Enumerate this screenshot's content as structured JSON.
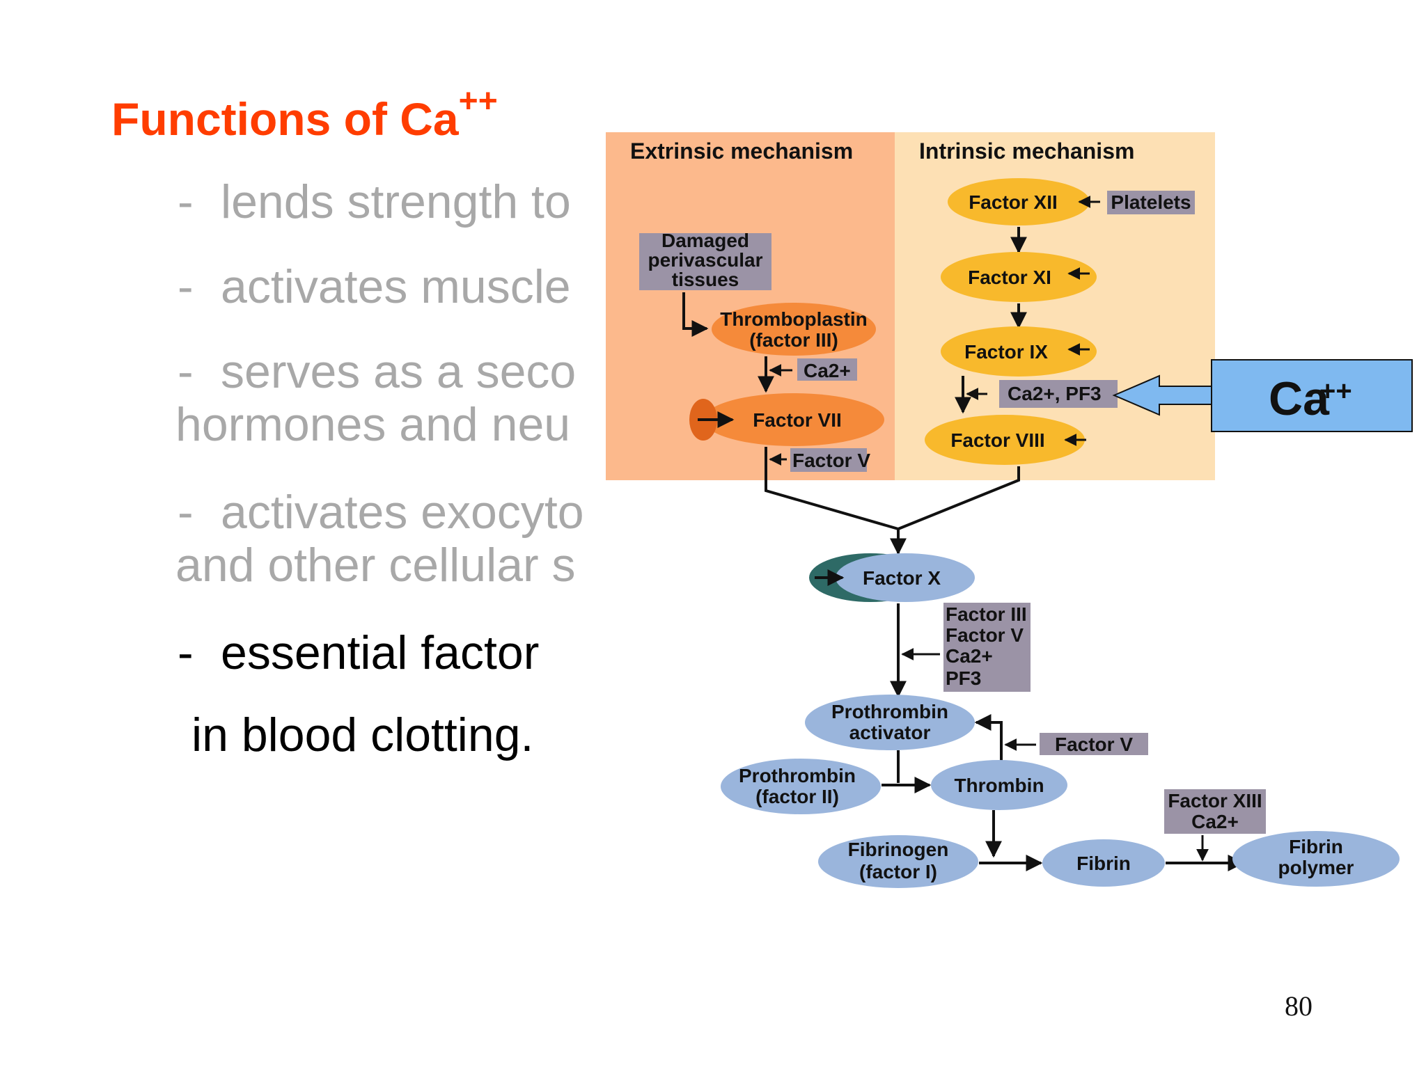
{
  "slide": {
    "title_base": "Functions of Ca",
    "title_sup": "++",
    "bullets": [
      {
        "dash": "-",
        "lines": [
          "lends strength to"
        ],
        "style": "faded"
      },
      {
        "dash": "-",
        "lines": [
          "activates muscle"
        ],
        "style": "faded"
      },
      {
        "dash": "-",
        "lines": [
          "serves as a seco",
          "hormones and neu"
        ],
        "style": "faded"
      },
      {
        "dash": "-",
        "lines": [
          "activates exocyto",
          "and other cellular s"
        ],
        "style": "faded"
      },
      {
        "dash": "-",
        "lines": [
          "essential factor",
          "in blood clotting."
        ],
        "style": "dark"
      }
    ],
    "page_number": "80"
  },
  "diagram": {
    "extrinsic_title": "Extrinsic mechanism",
    "intrinsic_title": "Intrinsic mechanism",
    "damaged": [
      "Damaged",
      "perivascular",
      "tissues"
    ],
    "thromboplastin": [
      "Thromboplastin",
      "(factor III)"
    ],
    "ca2_ext": "Ca2+",
    "factor_vii": "Factor VII",
    "factor_v_ext": "Factor V",
    "factor_xii": "Factor XII",
    "platelets": "Platelets",
    "factor_xi": "Factor XI",
    "factor_ix": "Factor IX",
    "ca2_pf3": "Ca2+, PF3",
    "factor_viii": "Factor VIII",
    "factor_x": "Factor X",
    "cofactors": [
      "Factor III",
      "Factor V",
      "Ca2+",
      "PF3"
    ],
    "prothrombin_activator": [
      "Prothrombin",
      "activator"
    ],
    "factor_v_right": "Factor V",
    "prothrombin": [
      "Prothrombin",
      "(factor II)"
    ],
    "thrombin": "Thrombin",
    "factor_xiii": [
      "Factor XIII",
      "Ca2+"
    ],
    "fibrinogen": [
      "Fibrinogen",
      "(factor I)"
    ],
    "fibrin": "Fibrin",
    "fibrin_polymer": [
      "Fibrin",
      "polymer"
    ],
    "callout_base": "Ca",
    "callout_sup": "++"
  },
  "colors": {
    "title": "#ff3d00",
    "extrinsic_bg": "#fcb98c",
    "intrinsic_bg": "#fde0b4",
    "orange_node": "#f58a3a",
    "yellow_node": "#f8b92c",
    "blue_node": "#9ab5dc",
    "gray_box": "#9b93a6",
    "callout": "#7fb9f0"
  }
}
